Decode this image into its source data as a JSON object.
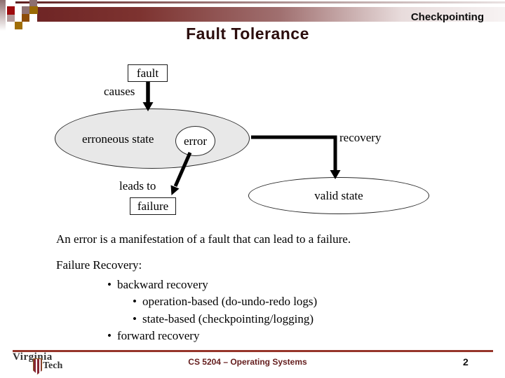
{
  "header": {
    "tag": "Checkpointing",
    "title": "Fault Tolerance"
  },
  "diagram": {
    "fault_label": "fault",
    "causes_label": "causes",
    "erroneous_state_label": "erroneous state",
    "error_label": "error",
    "leads_to_label": "leads to",
    "failure_label": "failure",
    "recovery_label": "recovery",
    "valid_state_label": "valid state"
  },
  "body": {
    "sentence": "An error is a manifestation of a fault that can lead to a failure.",
    "recovery_heading": "Failure Recovery:",
    "bullet_glyph": "•",
    "bullets": [
      {
        "label": "backward recovery",
        "level": 1
      },
      {
        "label": "operation-based (do-undo-redo logs)",
        "level": 2
      },
      {
        "label": "state-based (checkpointing/logging)",
        "level": 2
      },
      {
        "label": "forward recovery",
        "level": 1
      }
    ]
  },
  "footer": {
    "course": "CS 5204 – Operating Systems",
    "page_number": "2",
    "logo_line1": "Virginia",
    "logo_line2": "Tech"
  },
  "colors": {
    "bar_maroon": "#6f2525",
    "footer_line": "#96352a",
    "footer_text": "#641d1d",
    "title_text": "#2b0d0d",
    "ellipse_fill": "#e8e8e8",
    "square_red": "#9e0b0e",
    "square_gold": "#9a6a05",
    "square_brown": "#8d4c08",
    "shield_maroon": "#862633"
  }
}
